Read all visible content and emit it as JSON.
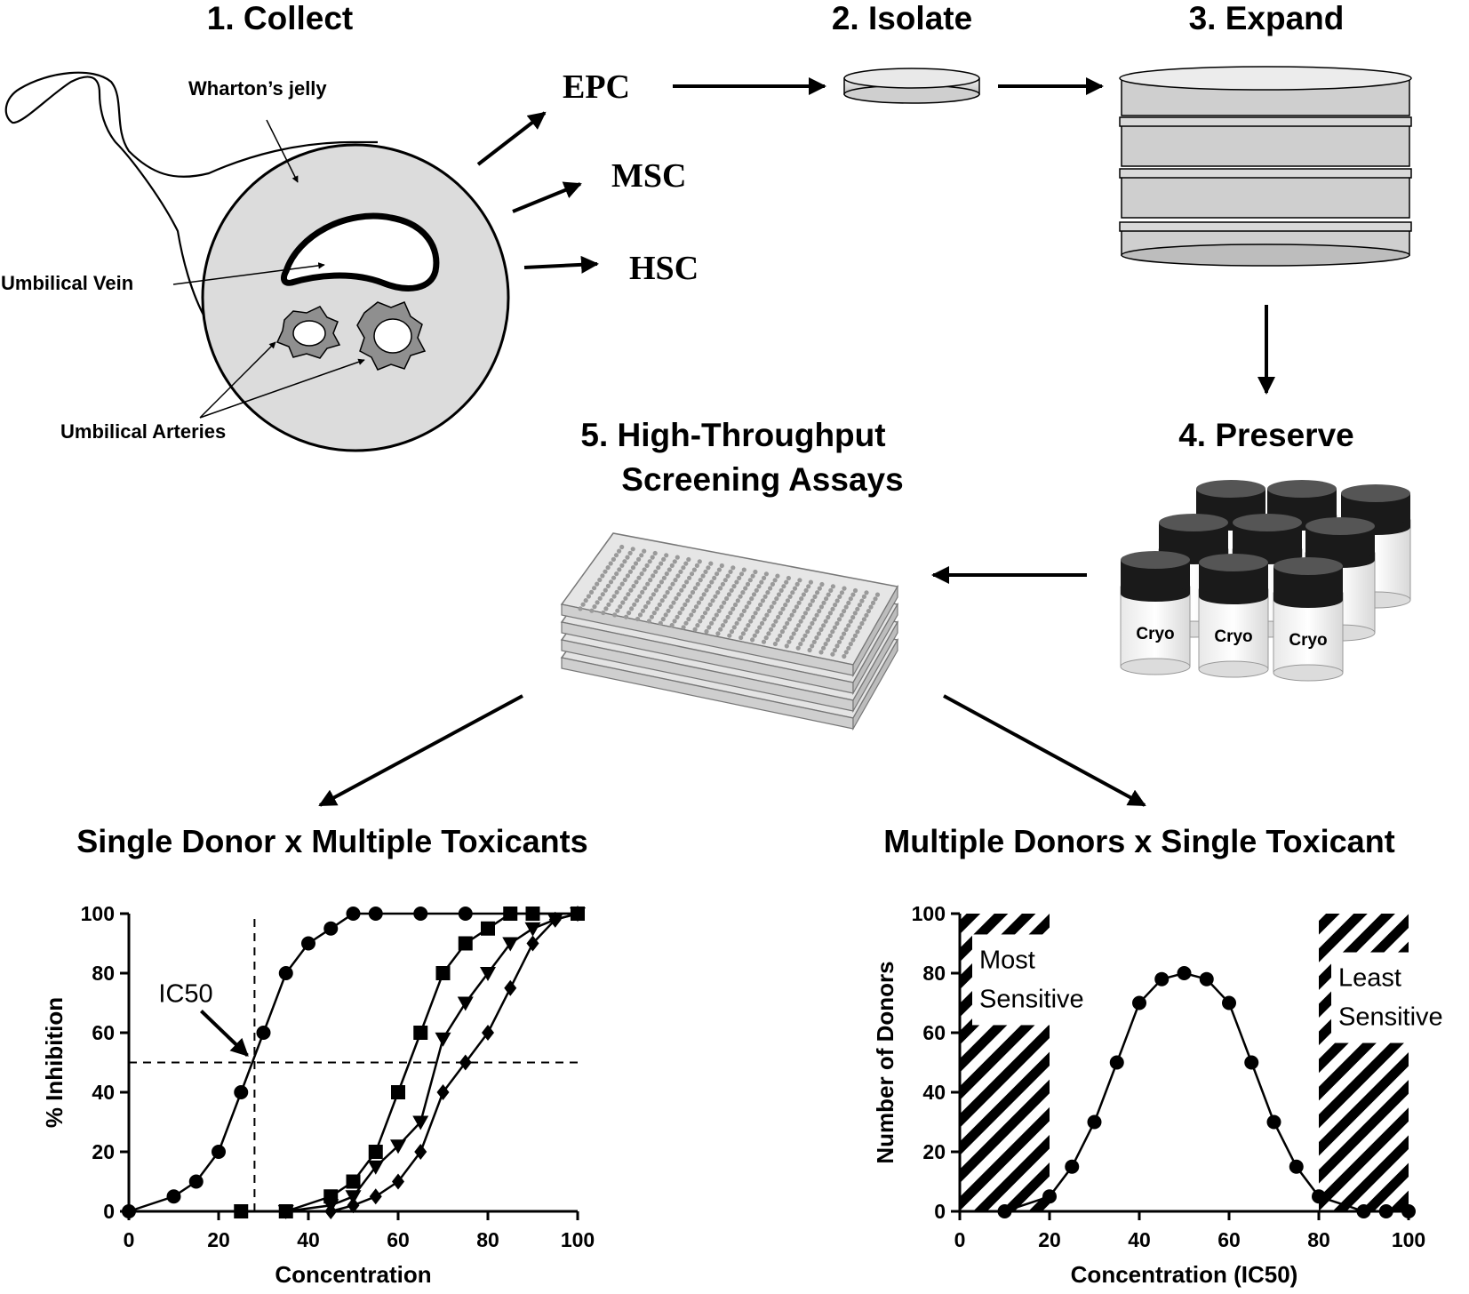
{
  "steps": {
    "collect": "1. Collect",
    "isolate": "2. Isolate",
    "expand": "3. Expand",
    "preserve": "4. Preserve",
    "screen_line1": "5. High-Throughput",
    "screen_line2": "Screening Assays"
  },
  "cell_types": [
    "EPC",
    "MSC",
    "HSC"
  ],
  "anatomy": {
    "whartons_jelly": "Wharton’s jelly",
    "umbilical_vein": "Umbilical Vein",
    "umbilical_arteries": "Umbilical Arteries"
  },
  "cryo_label": "Cryo",
  "sections": {
    "left": "Single Donor x Multiple Toxicants",
    "right": "Multiple Donors x Single Toxicant"
  },
  "chart_data": [
    {
      "type": "line",
      "title": "Single Donor x Multiple Toxicants",
      "xlabel": "Concentration",
      "ylabel": "% Inhibition",
      "xlim": [
        0,
        100
      ],
      "ylim": [
        0,
        100
      ],
      "xticks": [
        0,
        20,
        40,
        60,
        80,
        100
      ],
      "yticks": [
        0,
        20,
        40,
        60,
        80,
        100
      ],
      "annotation": {
        "text": "IC50",
        "x": 28,
        "y": 50
      },
      "reference_lines": {
        "x": 28,
        "y": 50
      },
      "series": [
        {
          "marker": "circle",
          "x": [
            0,
            10,
            15,
            20,
            25,
            30,
            35,
            40,
            45,
            50,
            55,
            65,
            75,
            85,
            90,
            100
          ],
          "y": [
            0,
            5,
            10,
            20,
            40,
            60,
            80,
            90,
            95,
            100,
            100,
            100,
            100,
            100,
            100,
            100
          ]
        },
        {
          "marker": "square",
          "x": [
            25,
            35,
            45,
            50,
            55,
            60,
            65,
            70,
            75,
            80,
            85,
            90,
            100
          ],
          "y": [
            0,
            0,
            5,
            10,
            20,
            40,
            60,
            80,
            90,
            95,
            100,
            100,
            100
          ]
        },
        {
          "marker": "triangle-down",
          "x": [
            35,
            45,
            50,
            55,
            60,
            65,
            70,
            75,
            80,
            85,
            90,
            95,
            100
          ],
          "y": [
            0,
            2,
            5,
            15,
            22,
            30,
            58,
            70,
            80,
            90,
            95,
            98,
            100
          ]
        },
        {
          "marker": "diamond",
          "x": [
            45,
            50,
            55,
            60,
            65,
            70,
            75,
            80,
            85,
            90,
            95,
            100
          ],
          "y": [
            0,
            2,
            5,
            10,
            20,
            40,
            50,
            60,
            75,
            90,
            98,
            100
          ]
        }
      ]
    },
    {
      "type": "line",
      "title": "Multiple Donors x Single Toxicant",
      "xlabel": "Concentration (IC50)",
      "ylabel": "Number of Donors",
      "xlim": [
        0,
        100
      ],
      "ylim": [
        0,
        100
      ],
      "xticks": [
        0,
        20,
        40,
        60,
        80,
        100
      ],
      "yticks": [
        0,
        20,
        40,
        60,
        80,
        100
      ],
      "regions": [
        {
          "x_range": [
            0,
            20
          ],
          "label_line1": "Most",
          "label_line2": "Sensitive"
        },
        {
          "x_range": [
            80,
            100
          ],
          "label_line1": "Least",
          "label_line2": "Sensitive"
        }
      ],
      "series": [
        {
          "marker": "circle",
          "x": [
            10,
            20,
            25,
            30,
            35,
            40,
            45,
            50,
            55,
            60,
            65,
            70,
            75,
            80,
            90,
            95,
            100
          ],
          "y": [
            0,
            5,
            15,
            30,
            50,
            70,
            78,
            80,
            78,
            70,
            50,
            30,
            15,
            5,
            0,
            0,
            0
          ]
        }
      ]
    }
  ]
}
